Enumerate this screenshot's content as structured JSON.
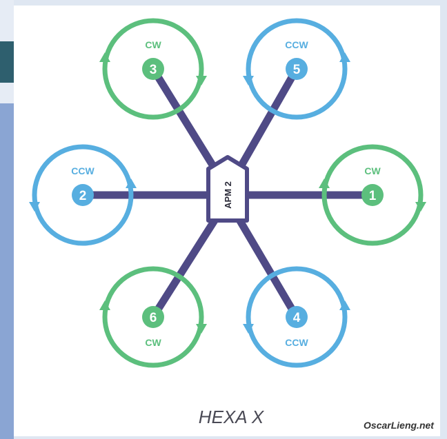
{
  "controller": {
    "label": "APM 2"
  },
  "motors": [
    {
      "number": "1",
      "direction": "CW"
    },
    {
      "number": "2",
      "direction": "CCW"
    },
    {
      "number": "3",
      "direction": "CW"
    },
    {
      "number": "4",
      "direction": "CCW"
    },
    {
      "number": "5",
      "direction": "CCW"
    },
    {
      "number": "6",
      "direction": "CW"
    }
  ],
  "frame_title": "HEXA X",
  "credit": "OscarLieng.net",
  "colors": {
    "cw": "#5cbf7d",
    "ccw": "#57aee0",
    "arm": "#4f4a86",
    "background": "#ffffff"
  }
}
